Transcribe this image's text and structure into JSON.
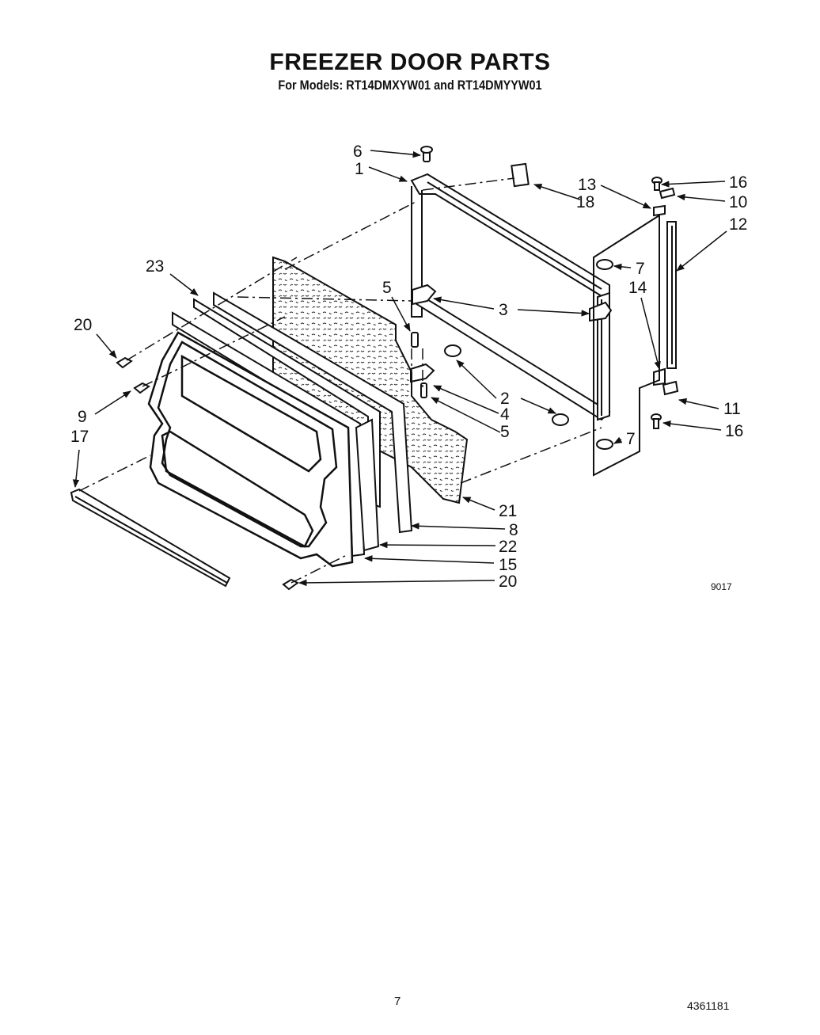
{
  "header": {
    "title": "FREEZER DOOR PARTS",
    "subtitle": "For Models: RT14DMXYW01 and RT14DMYYW01"
  },
  "callouts": [
    "6",
    "1",
    "13",
    "18",
    "16",
    "10",
    "12",
    "23",
    "7",
    "14",
    "5",
    "3",
    "20",
    "2",
    "4",
    "9",
    "5",
    "17",
    "11",
    "16",
    "7",
    "21",
    "8",
    "22",
    "15",
    "20"
  ],
  "diagram_code": "9017",
  "footer": {
    "page_number": "7",
    "doc_number": "4361181"
  }
}
